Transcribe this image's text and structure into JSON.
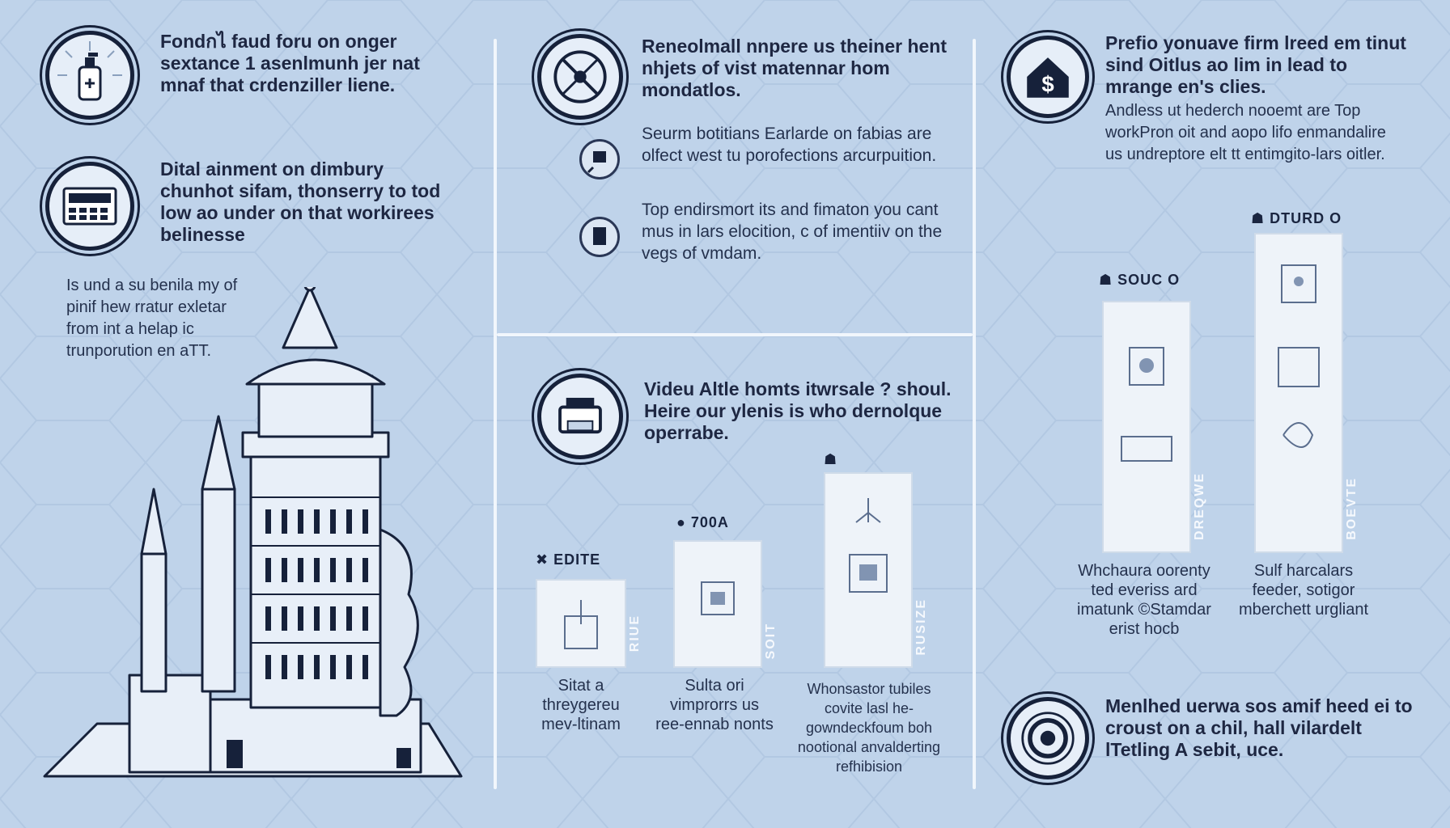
{
  "col1": {
    "item1_text": "Fondกไ faud foru on onger sextance 1 asenlmunh jer nat mnaf that crdenziller liene.",
    "item2_text": "Dital ainment on dimbury chunhot sifam, thonserry to tod low ao under on that workirees belinesse",
    "item3_text": "Is und a su benila my of pinif hew rratur exletar from int a helap ic trunporution en aTT.",
    "icons": [
      "sanitizer-bottle-icon",
      "calculator-icon",
      "tower-illustration"
    ]
  },
  "col2": {
    "top_heading": "Reneolmall nnpere us theiner hent nhjets of vist matennar hom mondatlos.",
    "sub1_text": "Seurm botitians Earlarde on fabias are olfect west tu porofections arcurpuition.",
    "sub2_text": "Top endirsmort its and fimaton you cant mus in lars elocition, c of imentiiv on the vegs of vmdam.",
    "bottom_heading": "Videu Altle homts itwrsale ? shoul. Heire our ylenis is who dernolque operrabe.",
    "bars": [
      {
        "tag": "EDITE",
        "side": "RIUE",
        "caption": "Sitat a threygereu mev-ltinam"
      },
      {
        "tag": "700A",
        "side": "SOIT",
        "caption": "Sulta ori vimprorrs us ree-ennab nonts"
      },
      {
        "tag": "",
        "side": "RUSIZE",
        "caption": "Whonsastor tubiles covite lasl he-gowndeckfoum boh nootional anvalderting refhibision"
      }
    ]
  },
  "col3": {
    "heading": "Prefio yonuave firm lreed em tinut sind Oitlus ao lim in lead to mrange en's clies.",
    "sub_text": "Andless ut hederch nooemt are Top workPron oit and aopo lifo enmandalire us undreptore elt tt entimgito-lars oitler.",
    "panels": [
      {
        "tag": "SOUC O",
        "side": "DREQWE",
        "caption": "Whchaura oorenty ted everiss ard imatunk ©Stamdar erist hocb"
      },
      {
        "tag": "DTURD O",
        "side": "BOEVTE",
        "caption": "Sulf harcalars feeder, sotigor mberchett urgliant"
      }
    ],
    "bottom_text": "Menlhed uerwa sos amif heed ei to croust on a chil, hall vilardelt lTetling A sebit, uce."
  },
  "colors": {
    "background": "#bfd3ea",
    "ink": "#16213a",
    "divider": "#f1f6fc",
    "panel": "#eef3f9"
  }
}
